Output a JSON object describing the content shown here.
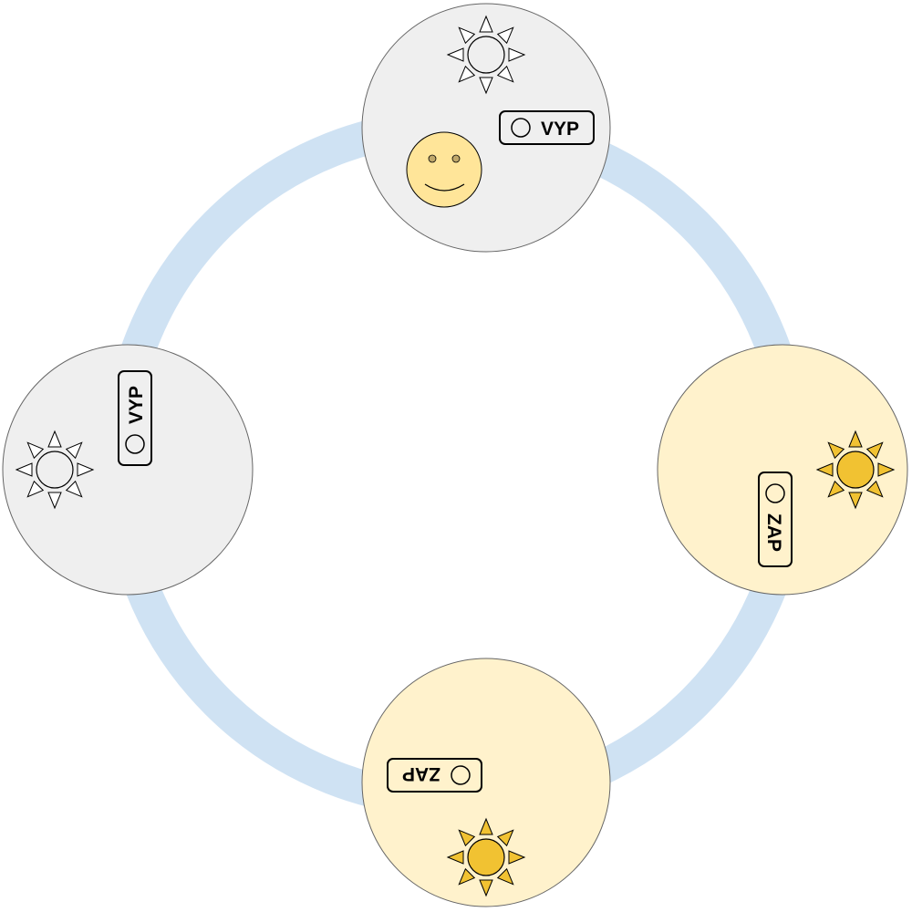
{
  "colors": {
    "ring": "#cfe2f3",
    "off_fill": "#efefef",
    "on_fill": "#fff2cc",
    "sun_on": "#f1c232",
    "smiley": "#ffe599"
  },
  "states": [
    {
      "name": "top",
      "switch_label": "VYP",
      "sun": "off",
      "smiley": true
    },
    {
      "name": "right",
      "switch_label": "ZAP",
      "sun": "on",
      "smiley": false
    },
    {
      "name": "bottom",
      "switch_label": "ZAP",
      "sun": "on",
      "smiley": false
    },
    {
      "name": "left",
      "switch_label": "VYP",
      "sun": "off",
      "smiley": false
    }
  ]
}
